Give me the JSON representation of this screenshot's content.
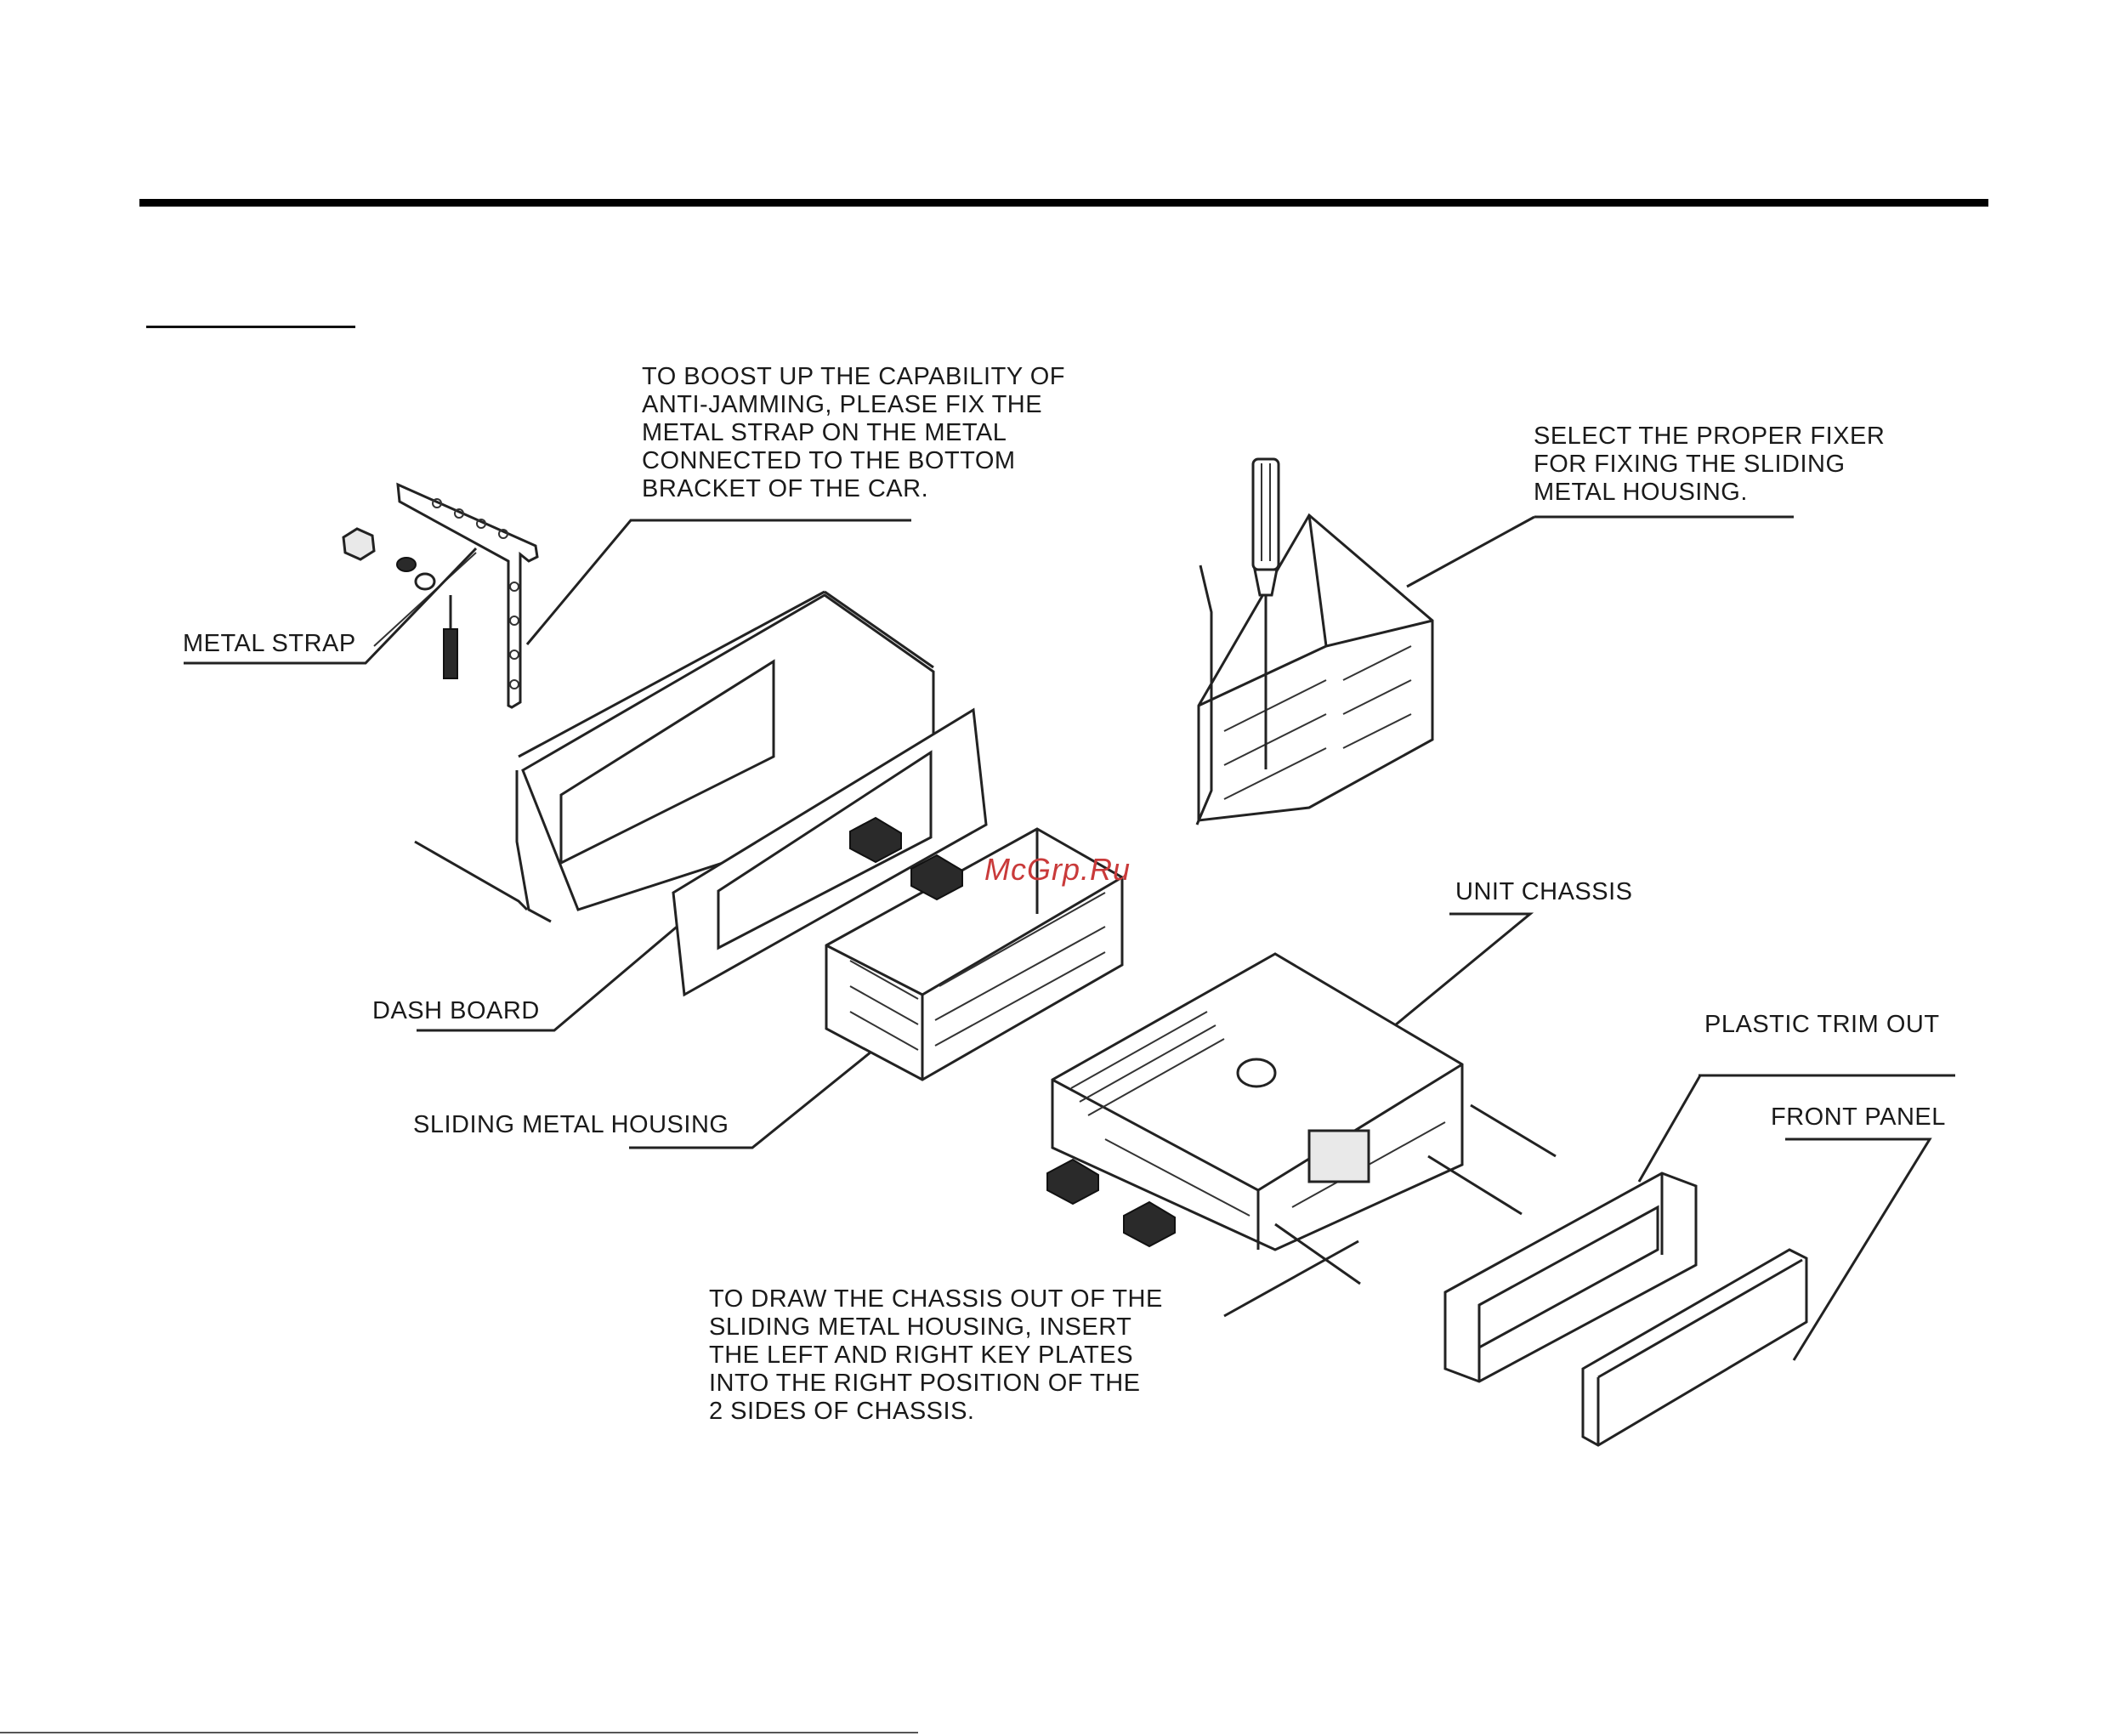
{
  "labels": {
    "metal_strap": "METAL STRAP",
    "dash_board": "DASH BOARD",
    "sliding_metal_housing": "SLIDING METAL HOUSING",
    "unit_chassis": "UNIT CHASSIS",
    "plastic_trim_out": "PLASTIC TRIM OUT",
    "front_panel": "FRONT PANEL"
  },
  "notes": {
    "anti_jamming": [
      "TO BOOST UP THE CAPABILITY OF",
      "ANTI-JAMMING, PLEASE FIX THE",
      "METAL STRAP ON THE METAL",
      "CONNECTED TO THE BOTTOM",
      "BRACKET OF THE CAR."
    ],
    "fixer": [
      "SELECT THE PROPER FIXER",
      "FOR FIXING THE SLIDING",
      "METAL HOUSING."
    ],
    "draw_chassis": [
      "TO DRAW THE CHASSIS OUT OF THE",
      "SLIDING METAL HOUSING, INSERT",
      "THE LEFT AND RIGHT KEY PLATES",
      "INTO THE RIGHT POSITION OF THE",
      "2 SIDES OF CHASSIS."
    ]
  },
  "watermark": "McGrp.Ru"
}
